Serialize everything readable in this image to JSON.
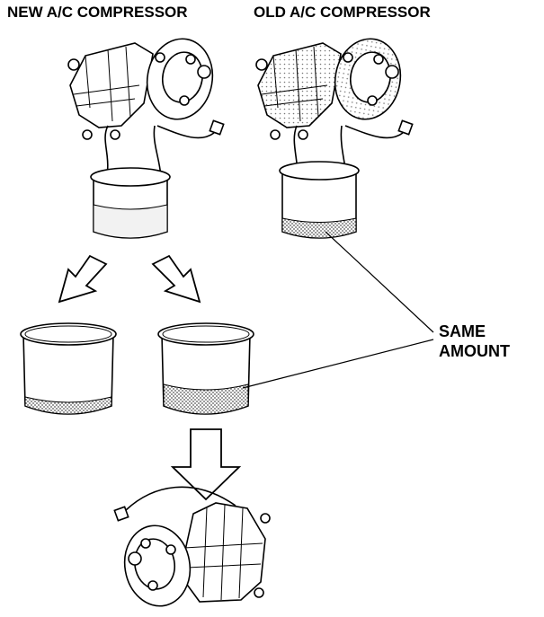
{
  "labels": {
    "new_compressor": "NEW A/C COMPRESSOR",
    "old_compressor": "OLD A/C COMPRESSOR",
    "callout_line1": "SAME",
    "callout_line2": "AMOUNT"
  },
  "colors": {
    "line": "#000000",
    "oil_fill": "#8c8c8c",
    "oil_light": "#d9d9d9",
    "background": "#ffffff"
  }
}
